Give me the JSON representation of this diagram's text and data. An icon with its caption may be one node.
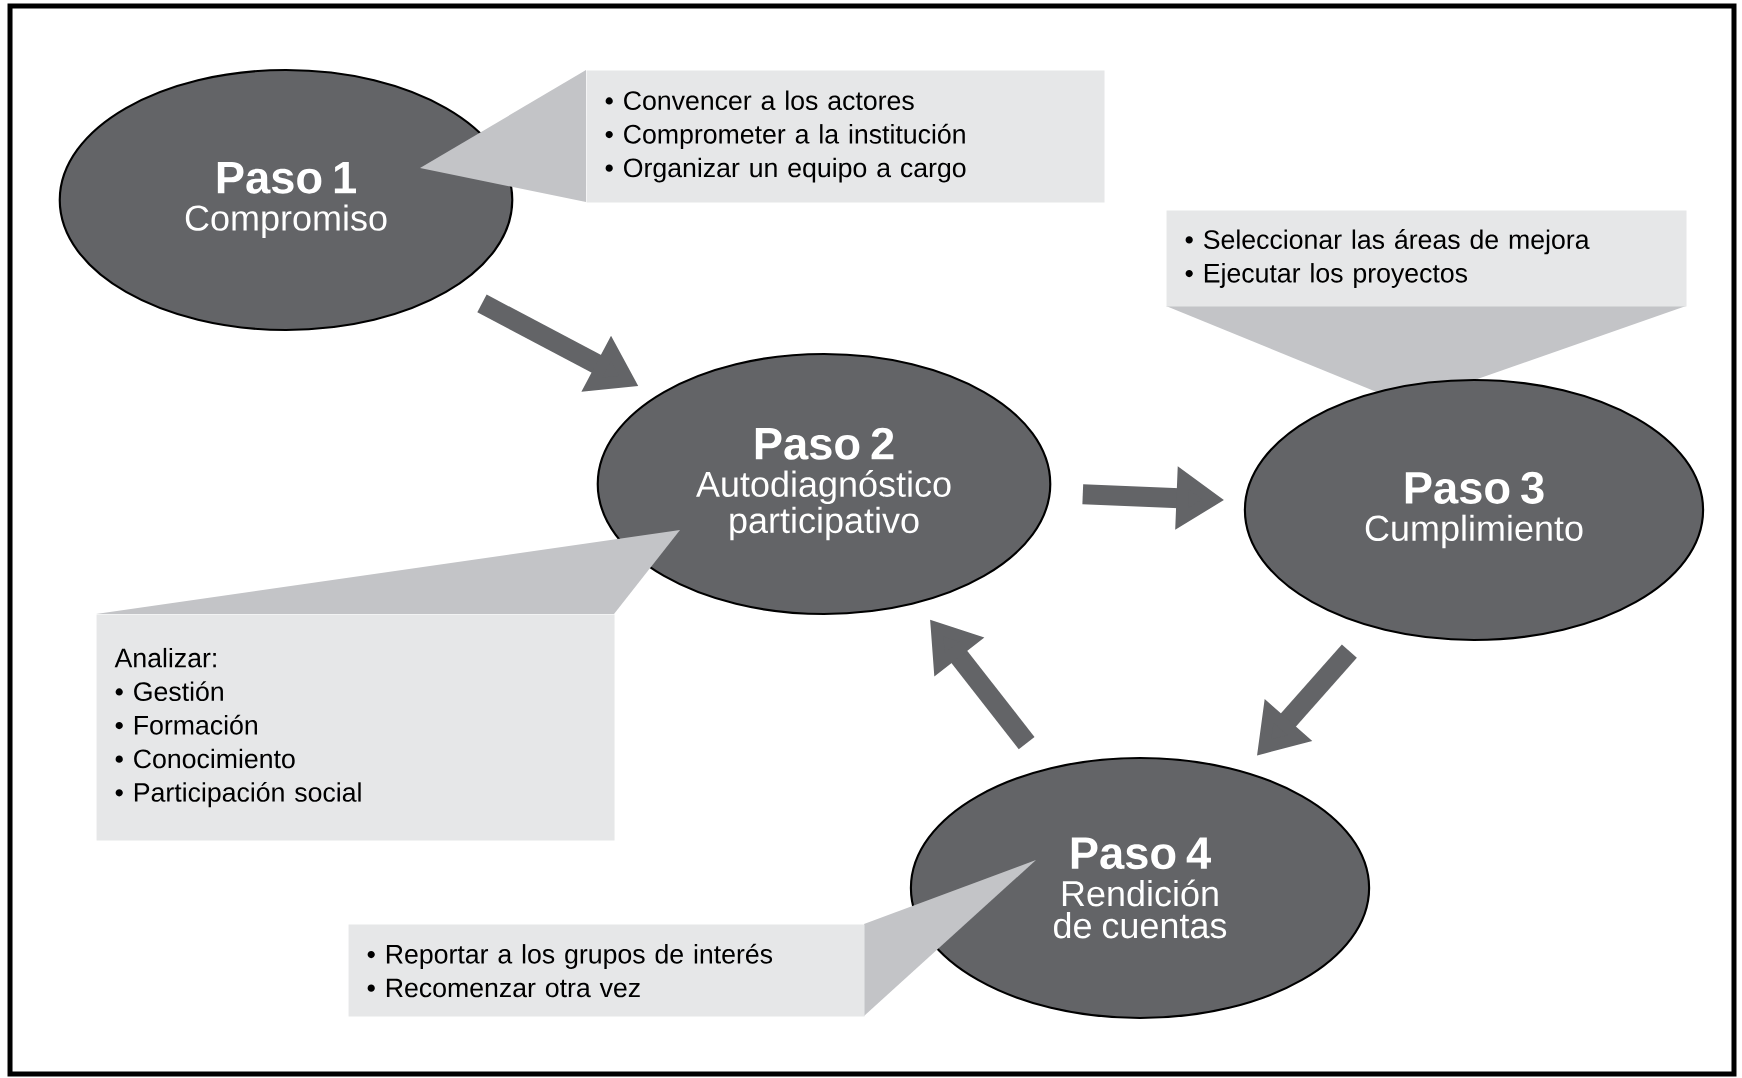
{
  "diagram": {
    "nodes": [
      {
        "text": [
          "Paso 1",
          "Compromiso"
        ]
      },
      {
        "text": [
          "• Convencer a los actores",
          "• Comprometer a la institución",
          "• Organizar un equipo a cargo"
        ]
      },
      {
        "text": [
          "• Seleccionar las áreas de mejora",
          "• Ejecutar los proyectos"
        ]
      },
      {
        "text": [
          "Paso 2",
          "Autodiagnóstico participativo"
        ]
      },
      {
        "text": [
          "Paso 3",
          "Cumplimiento"
        ]
      },
      {
        "text": [
          "Analizar:",
          "• Gestión",
          "• Formación",
          "• Conocimiento",
          "• Participación social"
        ]
      },
      {
        "text": [
          "Paso 4",
          "Rendición de cuentas"
        ]
      },
      {
        "text": [
          "• Reportar a los grupos de interés",
          "• Recomenzar otra vez"
        ]
      }
    ],
    "edges": [
      {
        "from": 0,
        "to": 3,
        "arrow": "to"
      },
      {
        "from": 3,
        "to": 4,
        "arrow": "to"
      },
      {
        "from": 4,
        "to": 6,
        "arrow": "to"
      },
      {
        "from": 6,
        "to": 3,
        "arrow": "to"
      }
    ]
  }
}
